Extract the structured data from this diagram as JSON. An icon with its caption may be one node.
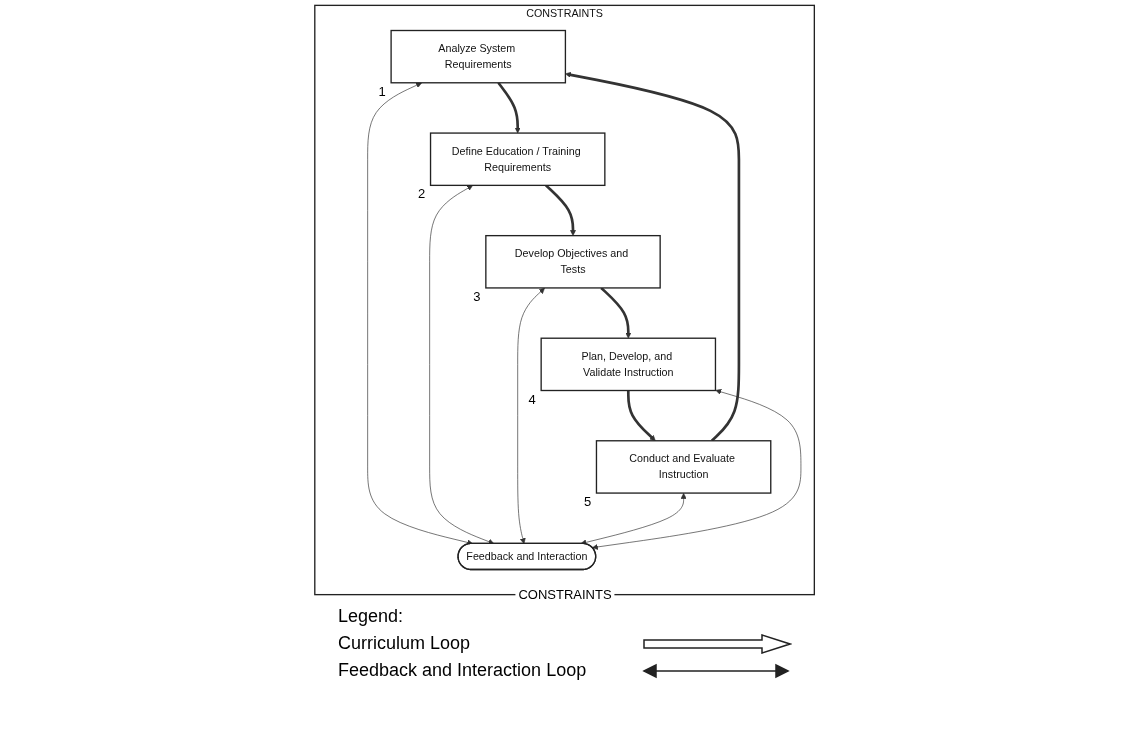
{
  "diagram": {
    "nodes": [
      {
        "text": [
          "CONSTRAINTS",
          "CONSTRAINTS"
        ]
      },
      {
        "text": [
          "Analyze System Requirements"
        ],
        "in": 0,
        "beside": [
          "1"
        ]
      },
      {
        "text": [
          "Define Education / Training Requirements"
        ],
        "in": 0,
        "beside": [
          "2"
        ]
      },
      {
        "text": [
          "Develop Objectives and Tests"
        ],
        "in": 0,
        "beside": [
          "3"
        ]
      },
      {
        "text": [
          "Feedback and Interaction"
        ],
        "in": 0
      },
      {
        "text": [
          "Conduct and Evaluate Instruction"
        ],
        "in": 0,
        "beside": [
          "5"
        ]
      },
      {
        "text": [
          "Plan, Develop, and Validate Instruction"
        ],
        "in": 0,
        "beside": [
          "4"
        ]
      }
    ],
    "edges": [
      {
        "from": 1,
        "to": 2,
        "arrow": "to",
        "style": "thick"
      },
      {
        "from": 2,
        "to": 3,
        "arrow": "to",
        "style": "thick"
      },
      {
        "from": 3,
        "to": 6,
        "arrow": "to",
        "style": "thick"
      },
      {
        "from": 6,
        "to": 5,
        "arrow": "to",
        "style": "thick"
      },
      {
        "from": 5,
        "to": 1,
        "arrow": "to",
        "style": "thick"
      },
      {
        "from": 1,
        "to": 4,
        "arrow": "both"
      },
      {
        "from": 2,
        "to": 4,
        "arrow": "both"
      },
      {
        "from": 3,
        "to": 4,
        "arrow": "both"
      },
      {
        "from": 5,
        "to": 4,
        "arrow": "both"
      },
      {
        "from": 6,
        "to": 4,
        "arrow": "both"
      }
    ],
    "labels": [
      "Legend:"
    ],
    "legend": [
      {
        "text": "Curriculum Loop"
      },
      {
        "text": "Feedback and Interaction Loop"
      }
    ]
  }
}
